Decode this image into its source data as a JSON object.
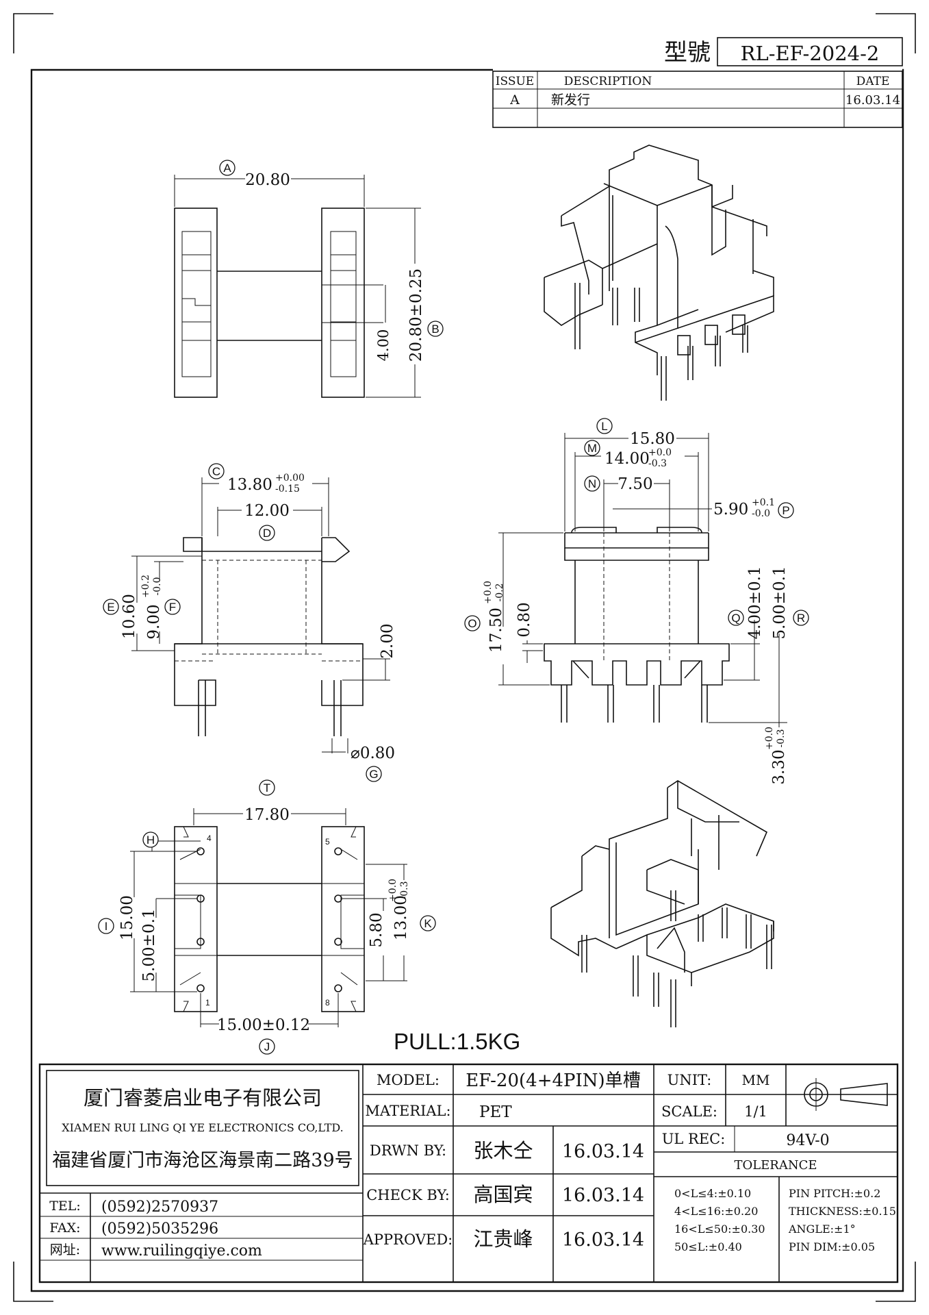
{
  "header": {
    "model_label": "型號",
    "model_number": "RL-EF-2024-2"
  },
  "revision_table": {
    "col_issue": "ISSUE",
    "col_description": "DESCRIPTION",
    "col_date": "DATE",
    "rows": [
      {
        "issue": "A",
        "description": "新发行",
        "date": "16.03.14"
      }
    ]
  },
  "dimensions": {
    "A": {
      "letter": "A",
      "value": "20.80"
    },
    "B": {
      "letter": "B",
      "value": "20.80±0.25"
    },
    "B_inner": {
      "value": "4.00"
    },
    "C": {
      "letter": "C",
      "value": "13.80",
      "tol_plus": "+0.00",
      "tol_minus": "-0.15"
    },
    "D": {
      "letter": "D",
      "value": "12.00"
    },
    "E": {
      "letter": "E",
      "value": "10.60"
    },
    "F": {
      "letter": "F",
      "value": "9.00",
      "tol_plus": "+0.2",
      "tol_minus": "-0.0"
    },
    "pin_offset": {
      "value": "2.00"
    },
    "G": {
      "letter": "G",
      "value": "⌀0.80"
    },
    "L": {
      "letter": "L",
      "value": "15.80"
    },
    "M": {
      "letter": "M",
      "value": "14.00",
      "tol_plus": "+0.0",
      "tol_minus": "-0.3"
    },
    "N": {
      "letter": "N",
      "value": "7.50"
    },
    "P": {
      "letter": "P",
      "value": "5.90",
      "tol_plus": "+0.1",
      "tol_minus": "-0.0"
    },
    "O": {
      "letter": "O",
      "value": "17.50",
      "tol_plus": "+0.0",
      "tol_minus": "-0.2"
    },
    "O_base": {
      "value": "0.80"
    },
    "Q": {
      "letter": "Q",
      "value": "4.00±0.1"
    },
    "R": {
      "letter": "R",
      "value": "5.00±0.1"
    },
    "pin_len": {
      "value": "3.30",
      "tol_plus": "+0.0",
      "tol_minus": "-0.3"
    },
    "T": {
      "letter": "T",
      "value": "17.80"
    },
    "H": {
      "letter": "H"
    },
    "I": {
      "letter": "I",
      "value": "15.00"
    },
    "I_pitch": {
      "value": "5.00±0.1"
    },
    "K": {
      "letter": "K",
      "value": "13.00",
      "tol_plus": "+0.0",
      "tol_minus": "-0.3"
    },
    "K_inner": {
      "value": "5.80"
    },
    "J": {
      "letter": "J",
      "value": "15.00±0.12"
    }
  },
  "pin_numbers": [
    "4",
    "5",
    "1",
    "8"
  ],
  "pull_force": "PULL:1.5KG",
  "title_block": {
    "company_cn": "厦门睿菱启业电子有限公司",
    "company_en": "XIAMEN RUI LING QI YE ELECTRONICS CO,LTD.",
    "address": "福建省厦门市海沧区海景南二路39号",
    "tel_label": "TEL:",
    "tel": "(0592)2570937",
    "fax_label": "FAX:",
    "fax": "(0592)5035296",
    "web_label": "网址:",
    "web": "www.ruilingqiye.com",
    "model_label": "MODEL:",
    "model_value": "EF-20(4+4PIN)单槽",
    "material_label": "MATERIAL:",
    "material_value": "PET",
    "drawn_label": "DRWN BY:",
    "drawn_name": "张木仝",
    "drawn_date": "16.03.14",
    "check_label": "CHECK BY:",
    "check_name": "高国宾",
    "check_date": "16.03.14",
    "approved_label": "APPROVED:",
    "approved_name": "江贵峰",
    "approved_date": "16.03.14",
    "unit_label": "UNIT:",
    "unit_value": "MM",
    "scale_label": "SCALE:",
    "scale_value": "1/1",
    "ul_label": "UL REC:",
    "ul_value": "94V-0",
    "tolerance_title": "TOLERANCE",
    "tol_ranges": [
      "0<L≤4:±0.10",
      "4<L≤16:±0.20",
      "16<L≤50:±0.30",
      "50≤L:±0.40"
    ],
    "tol_other": [
      "PIN PITCH:±0.2",
      "THICKNESS:±0.15",
      "ANGLE:±1°",
      "PIN DIM:±0.05"
    ]
  }
}
